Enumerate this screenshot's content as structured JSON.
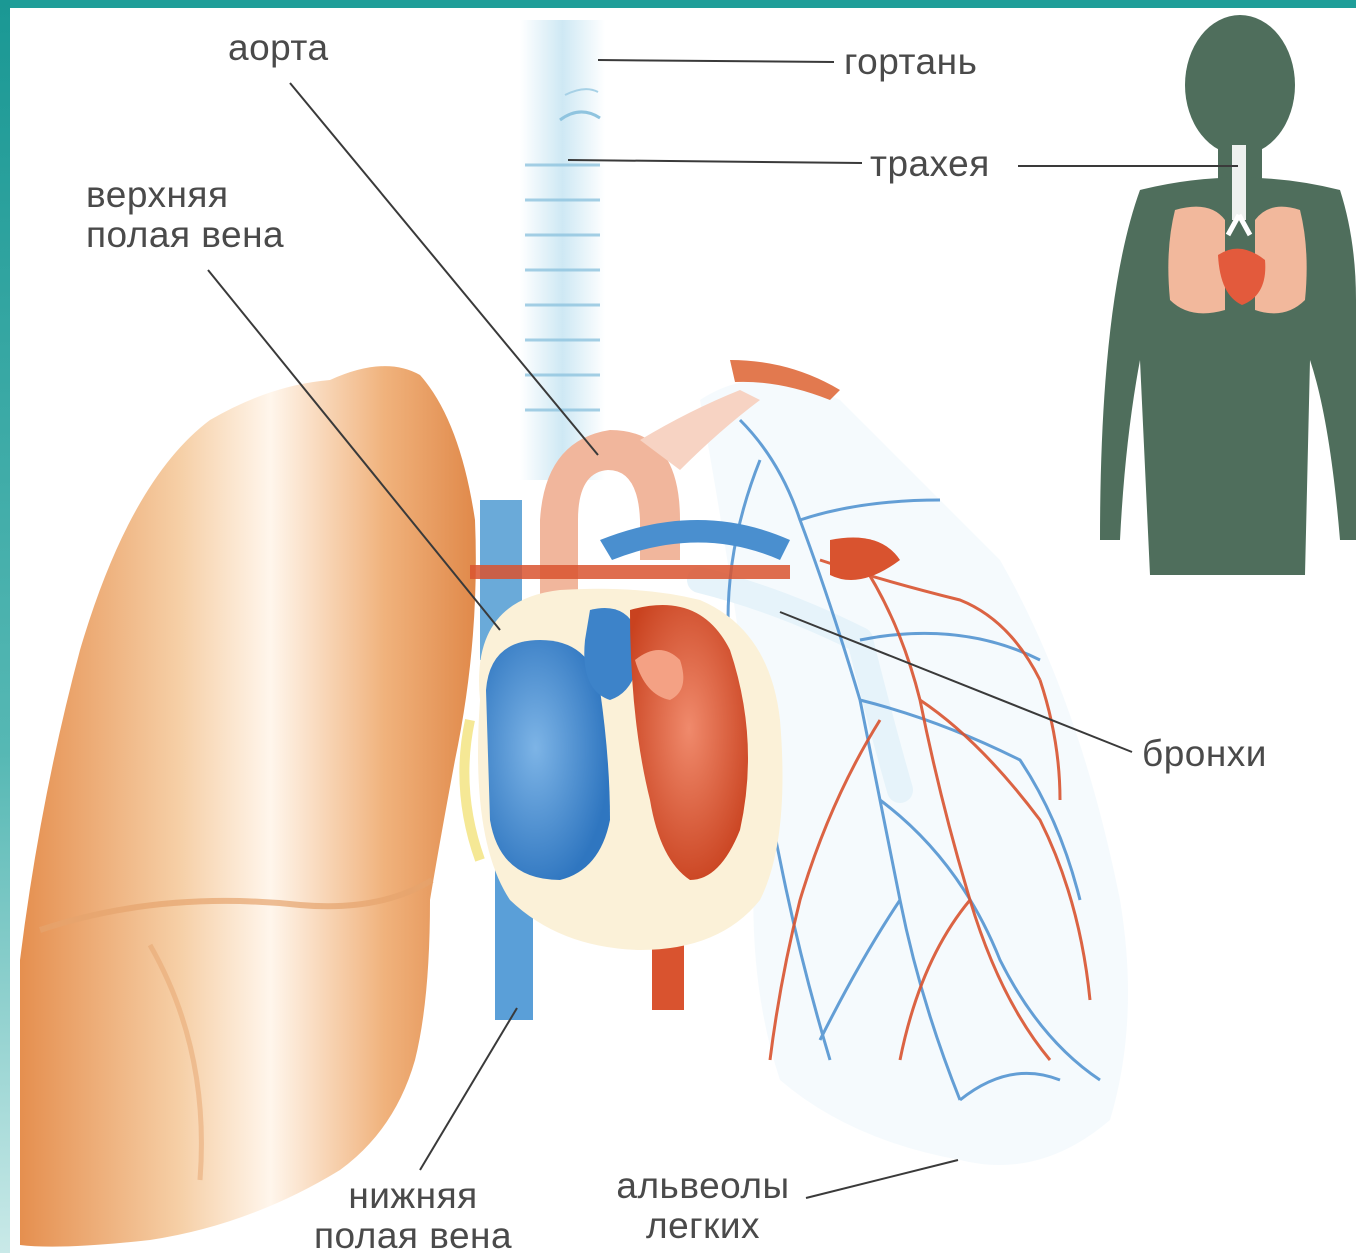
{
  "labels": {
    "aorta": "аорта",
    "larynx": "гортань",
    "trachea": "трахея",
    "superior_vena_cava": [
      "верхняя",
      "полая вена"
    ],
    "bronchi": "бронхи",
    "inferior_vena_cava": [
      "нижняя",
      "полая вена"
    ],
    "alveoli": [
      "альвеолы",
      "легких"
    ]
  },
  "colors": {
    "frame": "#1f9e99",
    "lung": "#e9a46a",
    "artery": "#d9532f",
    "vein": "#4a8fcf",
    "airway": "#bfe1f0",
    "silhouette": "#4f6e5c",
    "label_text": "#4a4a4a"
  }
}
